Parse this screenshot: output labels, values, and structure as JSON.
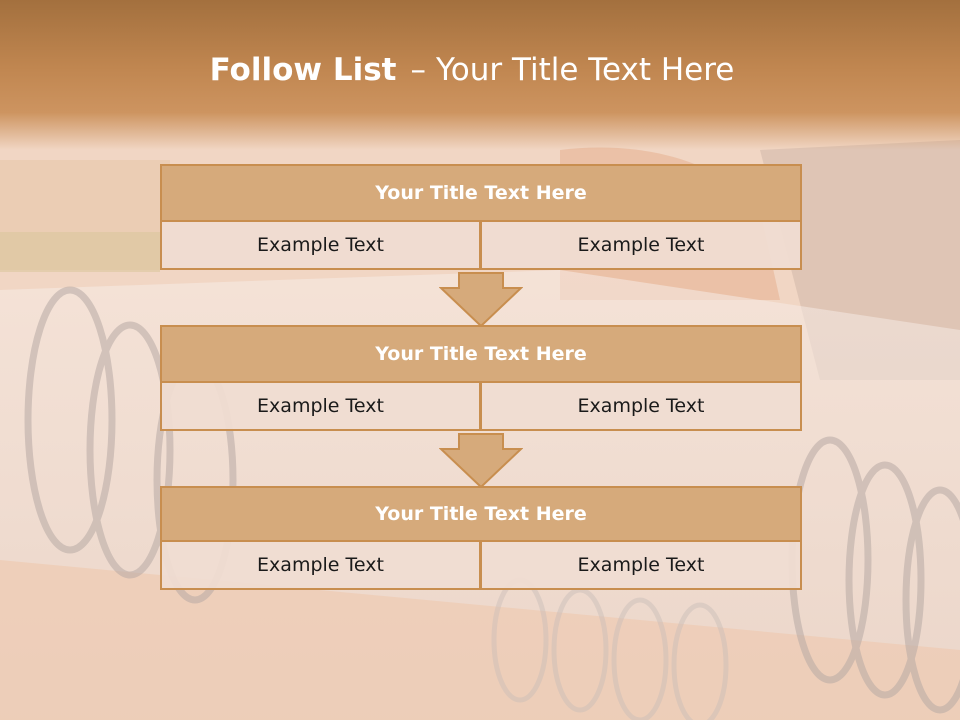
{
  "slide": {
    "title_strong": "Follow List",
    "title_separator": "–",
    "title_rest": "Your Title Text Here"
  },
  "steps": [
    {
      "title": "Your Title Text Here",
      "left_text": "Example Text",
      "right_text": "Example Text"
    },
    {
      "title": "Your Title Text Here",
      "left_text": "Example Text",
      "right_text": "Example Text"
    },
    {
      "title": "Your Title Text Here",
      "left_text": "Example Text",
      "right_text": "Example Text"
    }
  ],
  "colors": {
    "title_bar": "#d6aa7b",
    "border": "#c88e4f",
    "cell_fill": "#f0ddd2",
    "header_band": "#b27a46"
  },
  "background_image": "spiral-notebook-photo"
}
